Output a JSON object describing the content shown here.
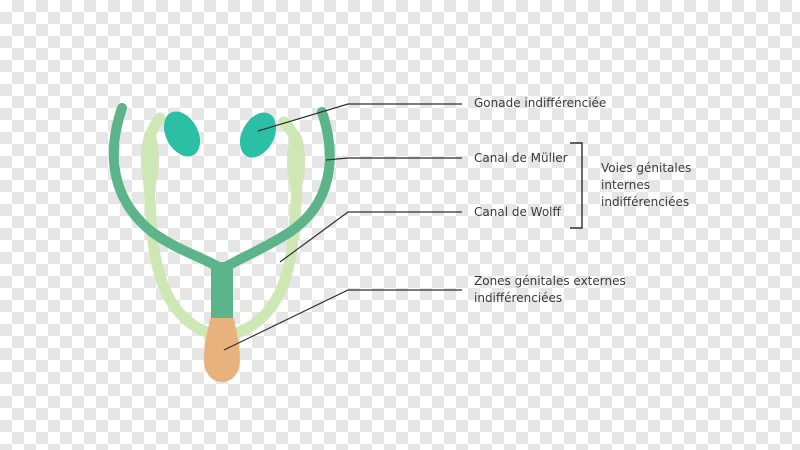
{
  "labels": {
    "gonade": "Gonade indifférenciée",
    "muller": "Canal de Müller",
    "wolff": "Canal de Wolff",
    "voies_line1": "Voies génitales",
    "voies_line2": "internes",
    "voies_line3": "indifférenciées",
    "zones_line1": "Zones génitales externes",
    "zones_line2": "indifférenciées"
  },
  "colors": {
    "gonad": "#2bbfa6",
    "muller_duct": "#5cb58a",
    "wolff_duct": "#cfe6b5",
    "external_zone": "#e8b27f",
    "leader_line": "#2e2e2e"
  }
}
